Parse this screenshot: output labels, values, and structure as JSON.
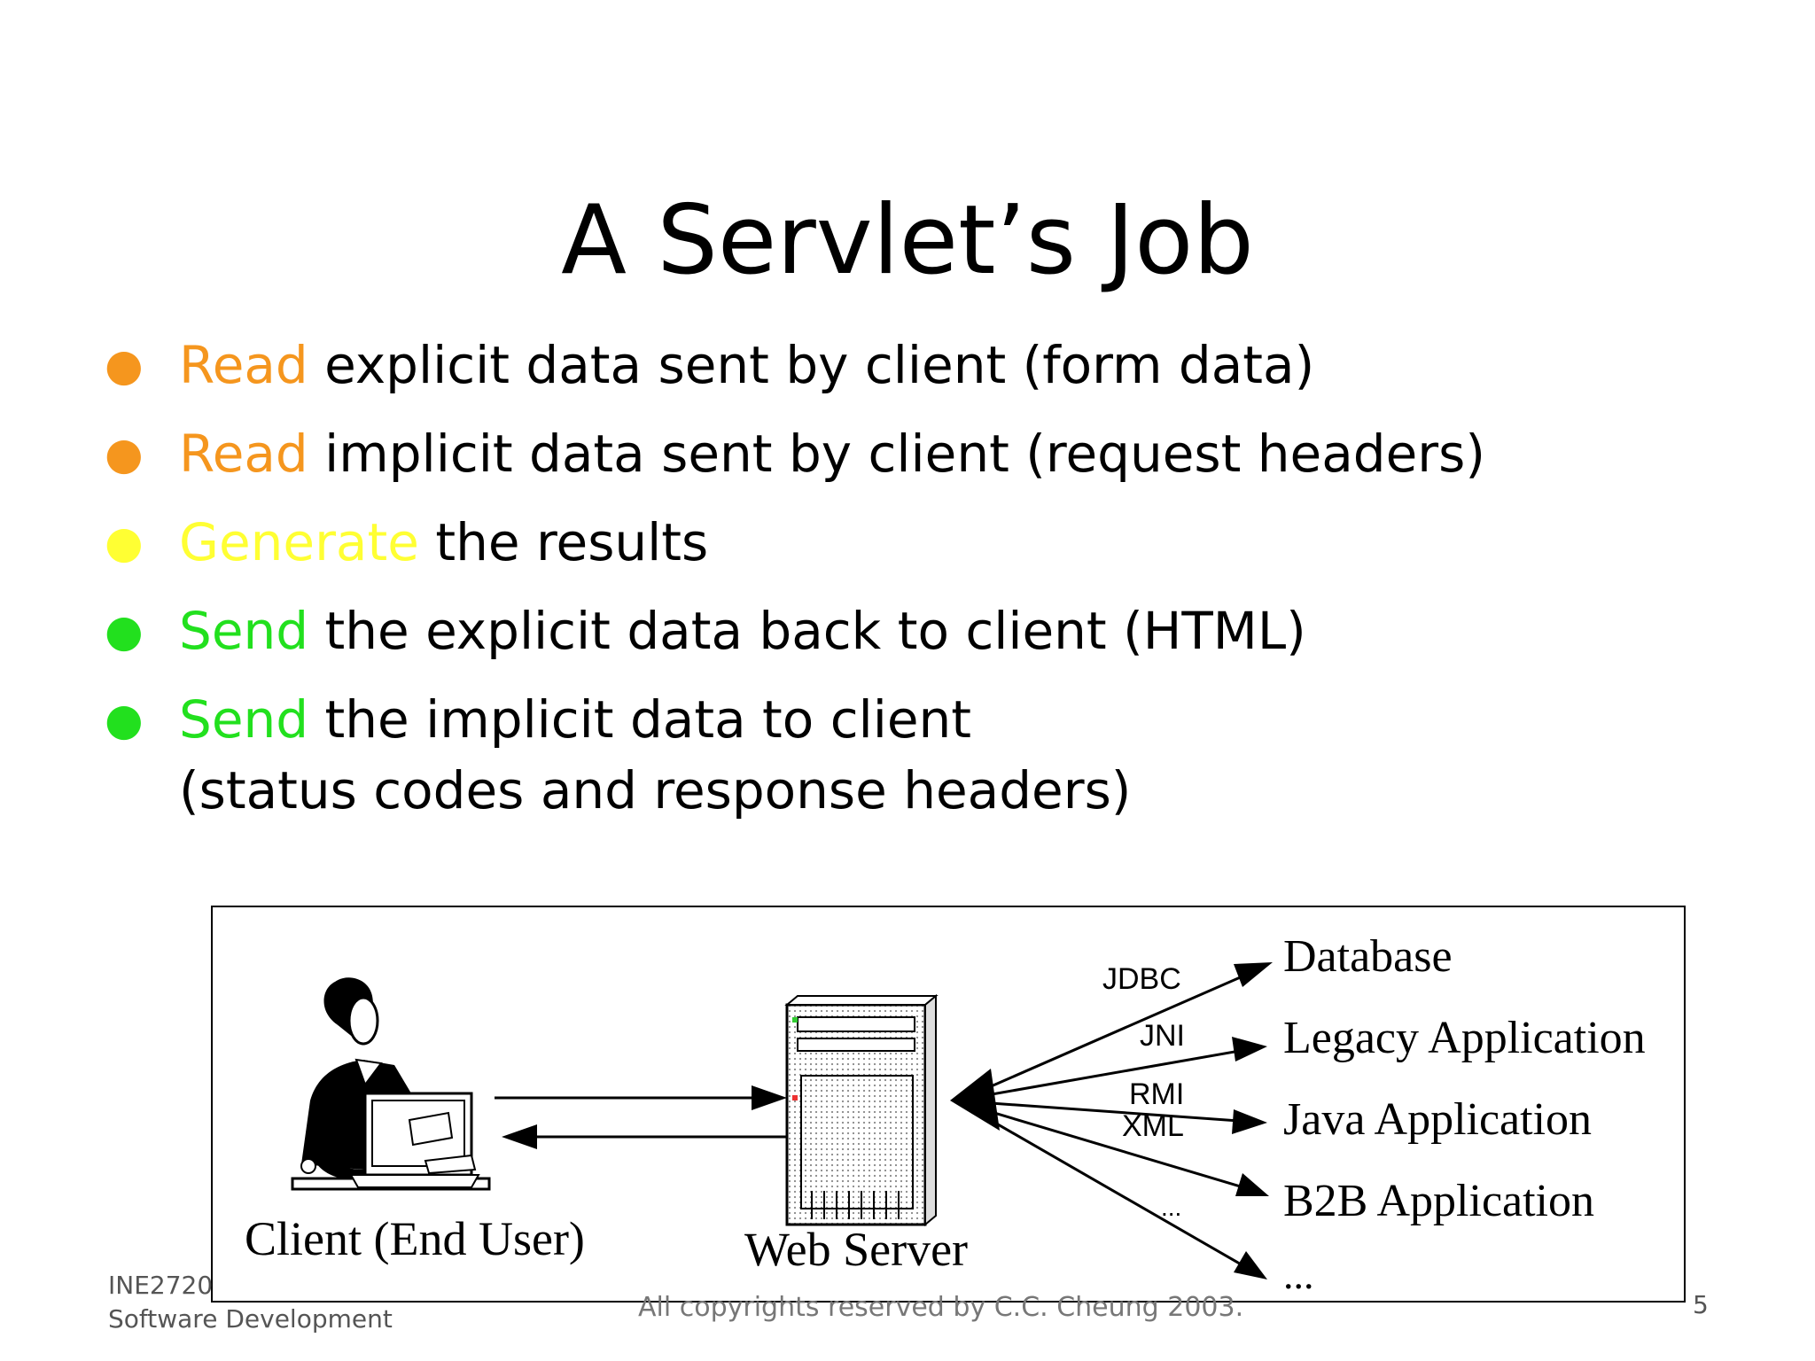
{
  "slide": {
    "title": "A Servlet’s Job",
    "page_number": "5",
    "footer_left_line1": "INE2720",
    "footer_left_line2": "Software Development",
    "footer_center": "All copyrights reserved by C.C. Cheung 2003."
  },
  "bullets": [
    {
      "keyword": "Read",
      "keyword_color": "#f5961e",
      "rest": " explicit data sent by client (form data)",
      "line2": ""
    },
    {
      "keyword": "Read",
      "keyword_color": "#f5961e",
      "rest": " implicit data sent by client (request headers)",
      "line2": ""
    },
    {
      "keyword": "Generate",
      "keyword_color": "#ffff33",
      "rest": " the results",
      "line2": ""
    },
    {
      "keyword": "Send",
      "keyword_color": "#22e01e",
      "rest": " the explicit data back to client (HTML)",
      "line2": ""
    },
    {
      "keyword": "Send",
      "keyword_color": "#22e01e",
      "rest": " the implicit data to client",
      "line2": "(status codes and response headers)"
    }
  ],
  "diagram": {
    "client_label": "Client (End User)",
    "server_label": "Web Server",
    "protocols": {
      "jdbc": "JDBC",
      "jni": "JNI",
      "rmi": "RMI",
      "xml": "XML",
      "more": "..."
    },
    "targets": {
      "database": "Database",
      "legacy": "Legacy  Application",
      "java": "Java  Application",
      "b2b": "B2B  Application",
      "more": "..."
    }
  }
}
